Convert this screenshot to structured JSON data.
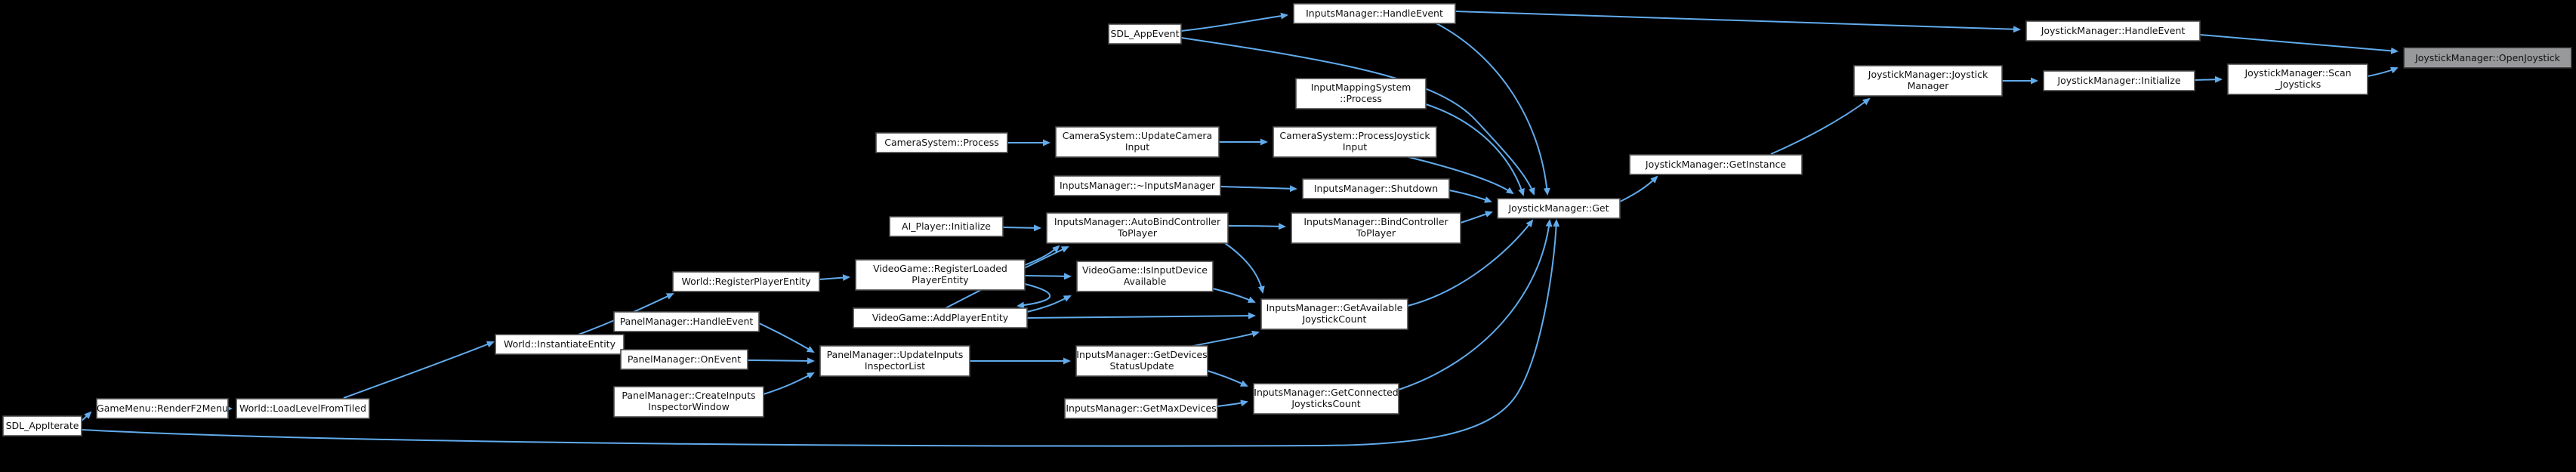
{
  "diagram_title": "JoystickManager::OpenJoystick caller graph",
  "colors": {
    "background": "#000000",
    "node_fill": "#ffffff",
    "node_border": "#4a4a4a",
    "highlight_fill": "#97999b",
    "highlight_border": "#2b2b2b",
    "edge_color": "#61abec",
    "text_color": "#111111"
  },
  "nodes": [
    {
      "id": "sdl_app_event",
      "lines": [
        "SDL_AppEvent"
      ]
    },
    {
      "id": "im_handle_event",
      "lines": [
        "InputsManager::HandleEvent"
      ]
    },
    {
      "id": "jm_handle_event",
      "lines": [
        "JoystickManager::HandleEvent"
      ]
    },
    {
      "id": "jm_open_joystick",
      "lines": [
        "JoystickManager::OpenJoystick"
      ],
      "highlighted": true
    },
    {
      "id": "jm_ctor",
      "lines": [
        "JoystickManager::Joystick",
        "Manager"
      ]
    },
    {
      "id": "jm_initialize",
      "lines": [
        "JoystickManager::Initialize"
      ]
    },
    {
      "id": "jm_scan_joysticks",
      "lines": [
        "JoystickManager::Scan",
        "_Joysticks"
      ]
    },
    {
      "id": "jm_get_instance",
      "lines": [
        "JoystickManager::GetInstance"
      ]
    },
    {
      "id": "jm_get",
      "lines": [
        "JoystickManager::Get"
      ]
    },
    {
      "id": "ims_process",
      "lines": [
        "InputMappingSystem",
        "::Process"
      ]
    },
    {
      "id": "cam_process",
      "lines": [
        "CameraSystem::Process"
      ]
    },
    {
      "id": "cam_update_camera_input",
      "lines": [
        "CameraSystem::UpdateCamera",
        "Input"
      ]
    },
    {
      "id": "cam_process_joystick_input",
      "lines": [
        "CameraSystem::ProcessJoystick",
        "Input"
      ]
    },
    {
      "id": "im_dtor",
      "lines": [
        "InputsManager::~InputsManager"
      ]
    },
    {
      "id": "im_shutdown",
      "lines": [
        "InputsManager::Shutdown"
      ]
    },
    {
      "id": "ai_initialize",
      "lines": [
        "AI_Player::Initialize"
      ]
    },
    {
      "id": "im_auto_bind",
      "lines": [
        "InputsManager::AutoBindController",
        "ToPlayer"
      ]
    },
    {
      "id": "im_bind_controller",
      "lines": [
        "InputsManager::BindController",
        "ToPlayer"
      ]
    },
    {
      "id": "world_register_player",
      "lines": [
        "World::RegisterPlayerEntity"
      ]
    },
    {
      "id": "vg_register_loaded",
      "lines": [
        "VideoGame::RegisterLoaded",
        "PlayerEntity"
      ]
    },
    {
      "id": "vg_is_input_device_available",
      "lines": [
        "VideoGame::IsInputDevice",
        "Available"
      ]
    },
    {
      "id": "vg_add_player",
      "lines": [
        "VideoGame::AddPlayerEntity"
      ]
    },
    {
      "id": "im_get_available_joystick_count",
      "lines": [
        "InputsManager::GetAvailable",
        "JoystickCount"
      ]
    },
    {
      "id": "world_instantiate",
      "lines": [
        "World::InstantiateEntity"
      ]
    },
    {
      "id": "pm_handle_event",
      "lines": [
        "PanelManager::HandleEvent"
      ]
    },
    {
      "id": "pm_on_event",
      "lines": [
        "PanelManager::OnEvent"
      ]
    },
    {
      "id": "pm_update_inputs_list",
      "lines": [
        "PanelManager::UpdateInputs",
        "InspectorList"
      ]
    },
    {
      "id": "pm_create_inputs_window",
      "lines": [
        "PanelManager::CreateInputs",
        "InspectorWindow"
      ]
    },
    {
      "id": "im_get_devices_status",
      "lines": [
        "InputsManager::GetDevices",
        "StatusUpdate"
      ]
    },
    {
      "id": "im_get_max_devices",
      "lines": [
        "InputsManager::GetMaxDevices"
      ]
    },
    {
      "id": "im_get_connected_joysticks",
      "lines": [
        "InputsManager::GetConnected",
        "JoysticksCount"
      ]
    },
    {
      "id": "gm_render_f2",
      "lines": [
        "GameMenu::RenderF2Menu"
      ]
    },
    {
      "id": "world_load_level",
      "lines": [
        "World::LoadLevelFromTiled"
      ]
    },
    {
      "id": "sdl_app_iterate",
      "lines": [
        "SDL_AppIterate"
      ]
    }
  ],
  "edges": [
    {
      "from": "sdl_app_event",
      "to": "im_handle_event"
    },
    {
      "from": "sdl_app_event",
      "to": "jm_get"
    },
    {
      "from": "im_handle_event",
      "to": "jm_handle_event"
    },
    {
      "from": "im_handle_event",
      "to": "jm_get"
    },
    {
      "from": "jm_handle_event",
      "to": "jm_open_joystick"
    },
    {
      "from": "jm_scan_joysticks",
      "to": "jm_open_joystick"
    },
    {
      "from": "jm_ctor",
      "to": "jm_initialize"
    },
    {
      "from": "jm_initialize",
      "to": "jm_scan_joysticks"
    },
    {
      "from": "jm_get_instance",
      "to": "jm_ctor"
    },
    {
      "from": "jm_get",
      "to": "jm_get_instance"
    },
    {
      "from": "ims_process",
      "to": "jm_get"
    },
    {
      "from": "cam_process",
      "to": "cam_update_camera_input"
    },
    {
      "from": "cam_update_camera_input",
      "to": "cam_process_joystick_input"
    },
    {
      "from": "cam_process_joystick_input",
      "to": "jm_get"
    },
    {
      "from": "im_dtor",
      "to": "im_shutdown"
    },
    {
      "from": "im_shutdown",
      "to": "jm_get"
    },
    {
      "from": "ai_initialize",
      "to": "im_auto_bind"
    },
    {
      "from": "im_auto_bind",
      "to": "im_bind_controller"
    },
    {
      "from": "im_bind_controller",
      "to": "jm_get"
    },
    {
      "from": "im_auto_bind",
      "to": "im_get_available_joystick_count"
    },
    {
      "from": "vg_register_loaded",
      "to": "im_auto_bind"
    },
    {
      "from": "vg_add_player",
      "to": "im_auto_bind"
    },
    {
      "from": "world_register_player",
      "to": "vg_register_loaded"
    },
    {
      "from": "vg_register_loaded",
      "to": "vg_is_input_device_available"
    },
    {
      "from": "vg_register_loaded",
      "to": "vg_add_player"
    },
    {
      "from": "vg_add_player",
      "to": "vg_is_input_device_available"
    },
    {
      "from": "vg_add_player",
      "to": "im_get_available_joystick_count"
    },
    {
      "from": "vg_is_input_device_available",
      "to": "im_get_available_joystick_count"
    },
    {
      "from": "im_get_available_joystick_count",
      "to": "jm_get"
    },
    {
      "from": "world_instantiate",
      "to": "world_register_player"
    },
    {
      "from": "pm_handle_event",
      "to": "pm_update_inputs_list"
    },
    {
      "from": "pm_on_event",
      "to": "pm_update_inputs_list"
    },
    {
      "from": "pm_create_inputs_window",
      "to": "pm_update_inputs_list"
    },
    {
      "from": "pm_update_inputs_list",
      "to": "im_get_devices_status"
    },
    {
      "from": "im_get_devices_status",
      "to": "im_get_connected_joysticks"
    },
    {
      "from": "im_get_devices_status",
      "to": "im_get_available_joystick_count"
    },
    {
      "from": "im_get_max_devices",
      "to": "im_get_connected_joysticks"
    },
    {
      "from": "im_get_connected_joysticks",
      "to": "jm_get"
    },
    {
      "from": "gm_render_f2",
      "to": "world_load_level"
    },
    {
      "from": "world_load_level",
      "to": "world_instantiate"
    },
    {
      "from": "sdl_app_iterate",
      "to": "gm_render_f2"
    },
    {
      "from": "sdl_app_iterate",
      "to": "jm_get"
    }
  ]
}
